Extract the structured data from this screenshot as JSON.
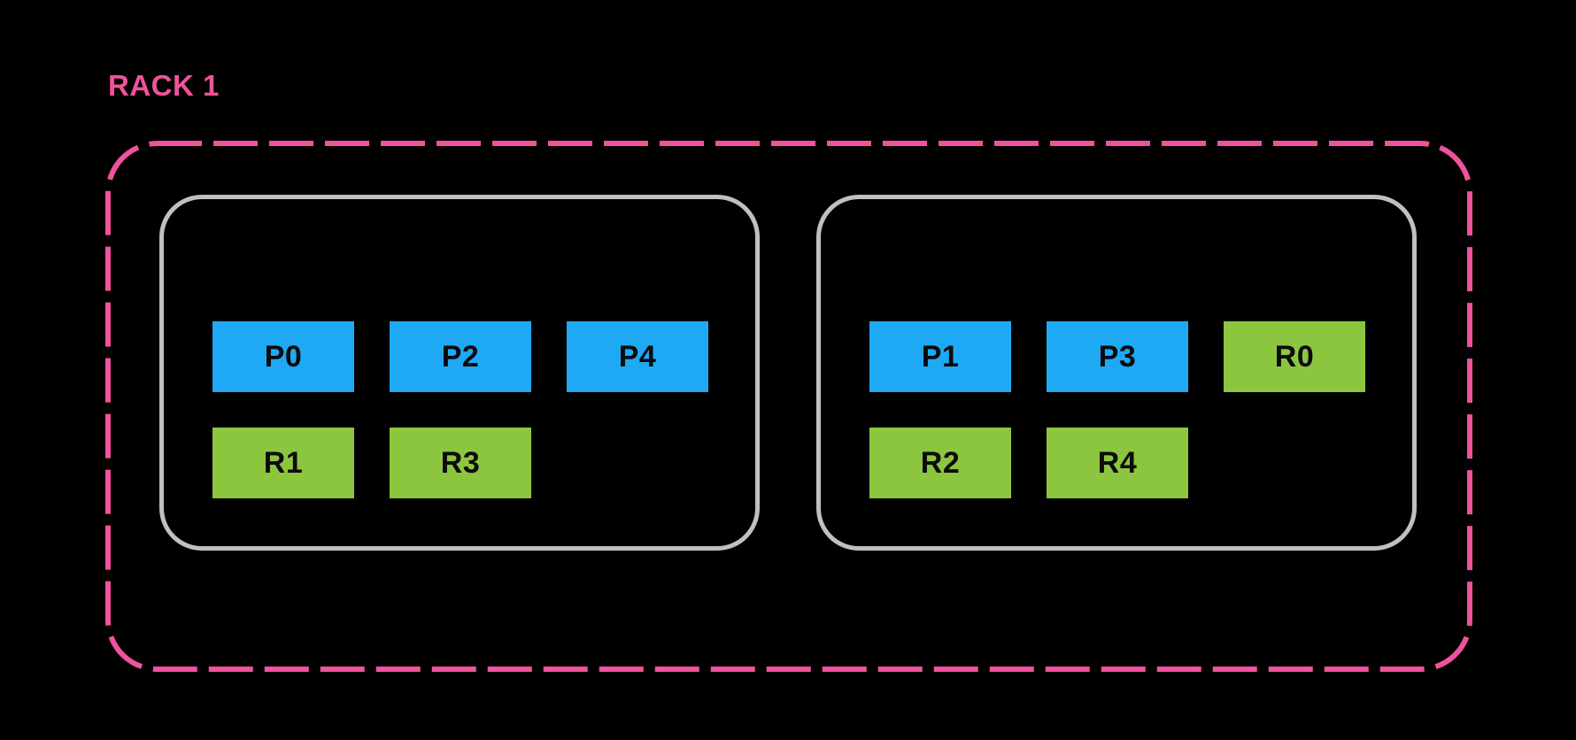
{
  "rack": {
    "title": "RACK 1",
    "nodes": [
      {
        "chips": [
          {
            "label": "P0",
            "type": "primary"
          },
          {
            "label": "P2",
            "type": "primary"
          },
          {
            "label": "P4",
            "type": "primary"
          },
          {
            "label": "R1",
            "type": "replica"
          },
          {
            "label": "R3",
            "type": "replica"
          }
        ]
      },
      {
        "chips": [
          {
            "label": "P1",
            "type": "primary"
          },
          {
            "label": "P3",
            "type": "primary"
          },
          {
            "label": "R0",
            "type": "replica"
          },
          {
            "label": "R2",
            "type": "replica"
          },
          {
            "label": "R4",
            "type": "replica"
          }
        ]
      }
    ]
  },
  "colors": {
    "background": "#000000",
    "rack_label": "#F0529C",
    "rack_border": "#F0529C",
    "node_border": "#C0C0C0",
    "primary_chip": "#1FA9F4",
    "replica_chip": "#8CC63F",
    "chip_text": "#0B0B0B"
  }
}
